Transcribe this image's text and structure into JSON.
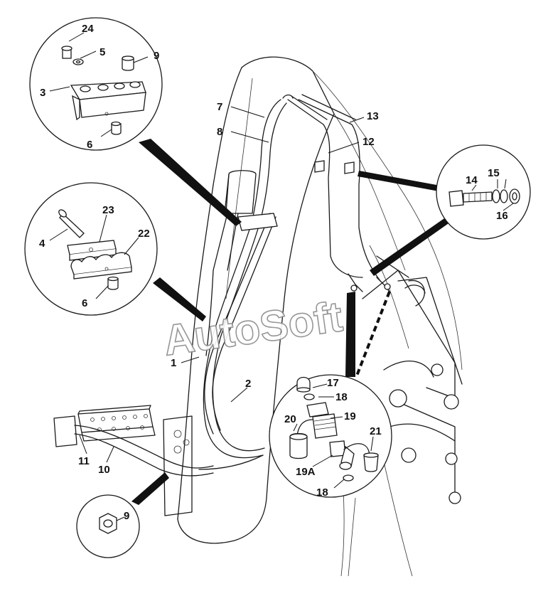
{
  "watermark": "AutoSoft",
  "callouts": {
    "c1": "1",
    "c2": "2",
    "c3": "3",
    "c4": "4",
    "c5": "5",
    "c6a": "6",
    "c6b": "6",
    "c7": "7",
    "c8": "8",
    "c9a": "9",
    "c9b": "9",
    "c10": "10",
    "c11": "11",
    "c12": "12",
    "c13": "13",
    "c14": "14",
    "c15": "15",
    "c16": "16",
    "c17": "17",
    "c18a": "18",
    "c18b": "18",
    "c19": "19",
    "c19a": "19A",
    "c20": "20",
    "c21": "21",
    "c22": "22",
    "c23": "23",
    "c24": "24"
  },
  "colors": {
    "line": "#1a1a1a",
    "background": "#ffffff",
    "watermark_outline": "#8c8c8c"
  }
}
